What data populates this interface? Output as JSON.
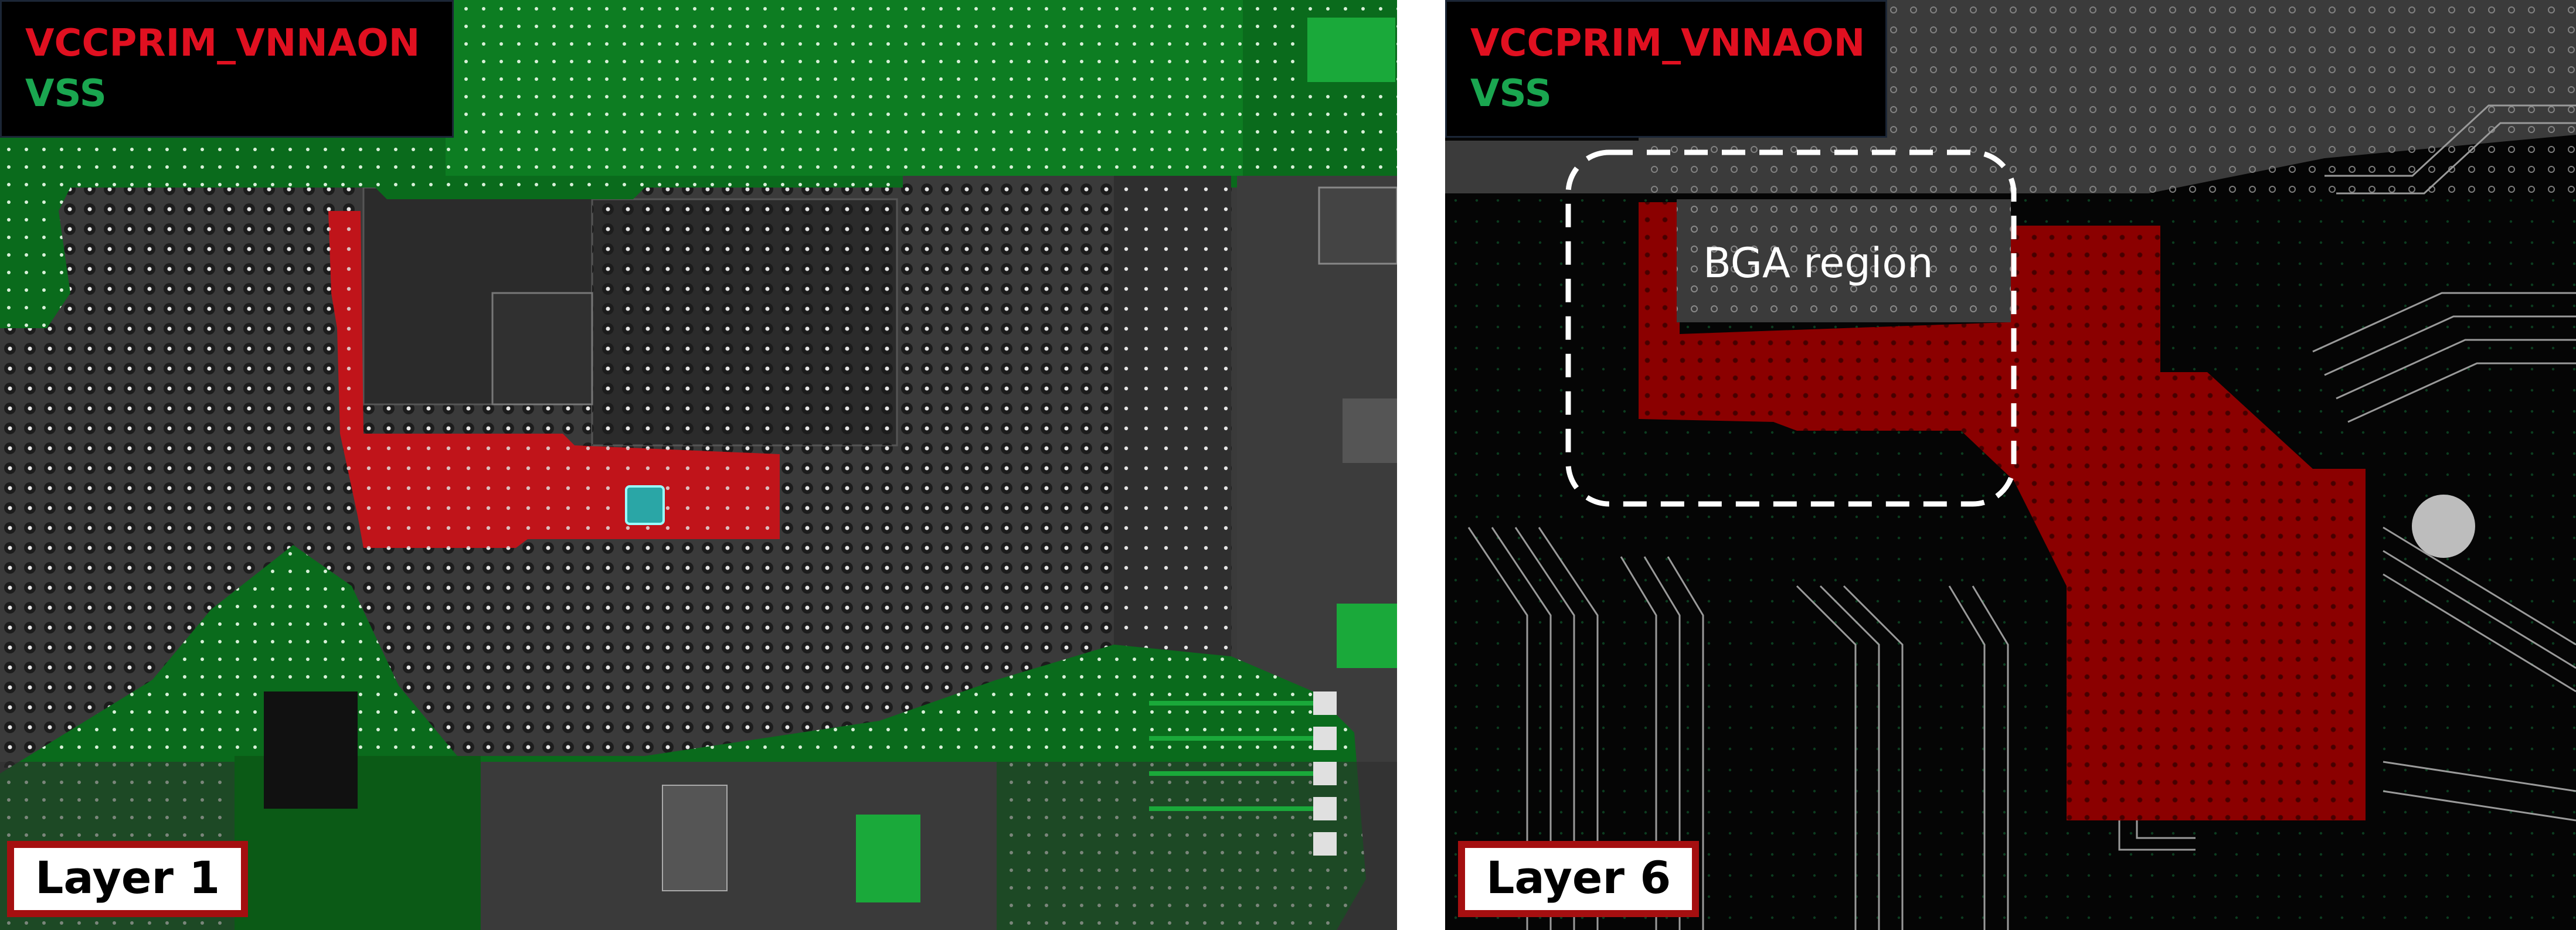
{
  "legend": {
    "net_power": "VCCPRIM_VNNAON",
    "net_ground": "VSS"
  },
  "panels": [
    {
      "layer_label": "Layer 1"
    },
    {
      "layer_label": "Layer 6",
      "region_label": "BGA region"
    }
  ],
  "colors": {
    "power_net": "#c0141a",
    "power_fill_dark": "#8b0000",
    "ground_net": "#1a9e4a",
    "ground_fill": "#0a6b1c",
    "board_gray": "#3a3a3a",
    "background_black": "#050505",
    "label_border": "#a50f10",
    "via_dot": "#e6e6e6",
    "trace": "#9a9a9a",
    "mounting_hole": "#bdbdbd"
  }
}
